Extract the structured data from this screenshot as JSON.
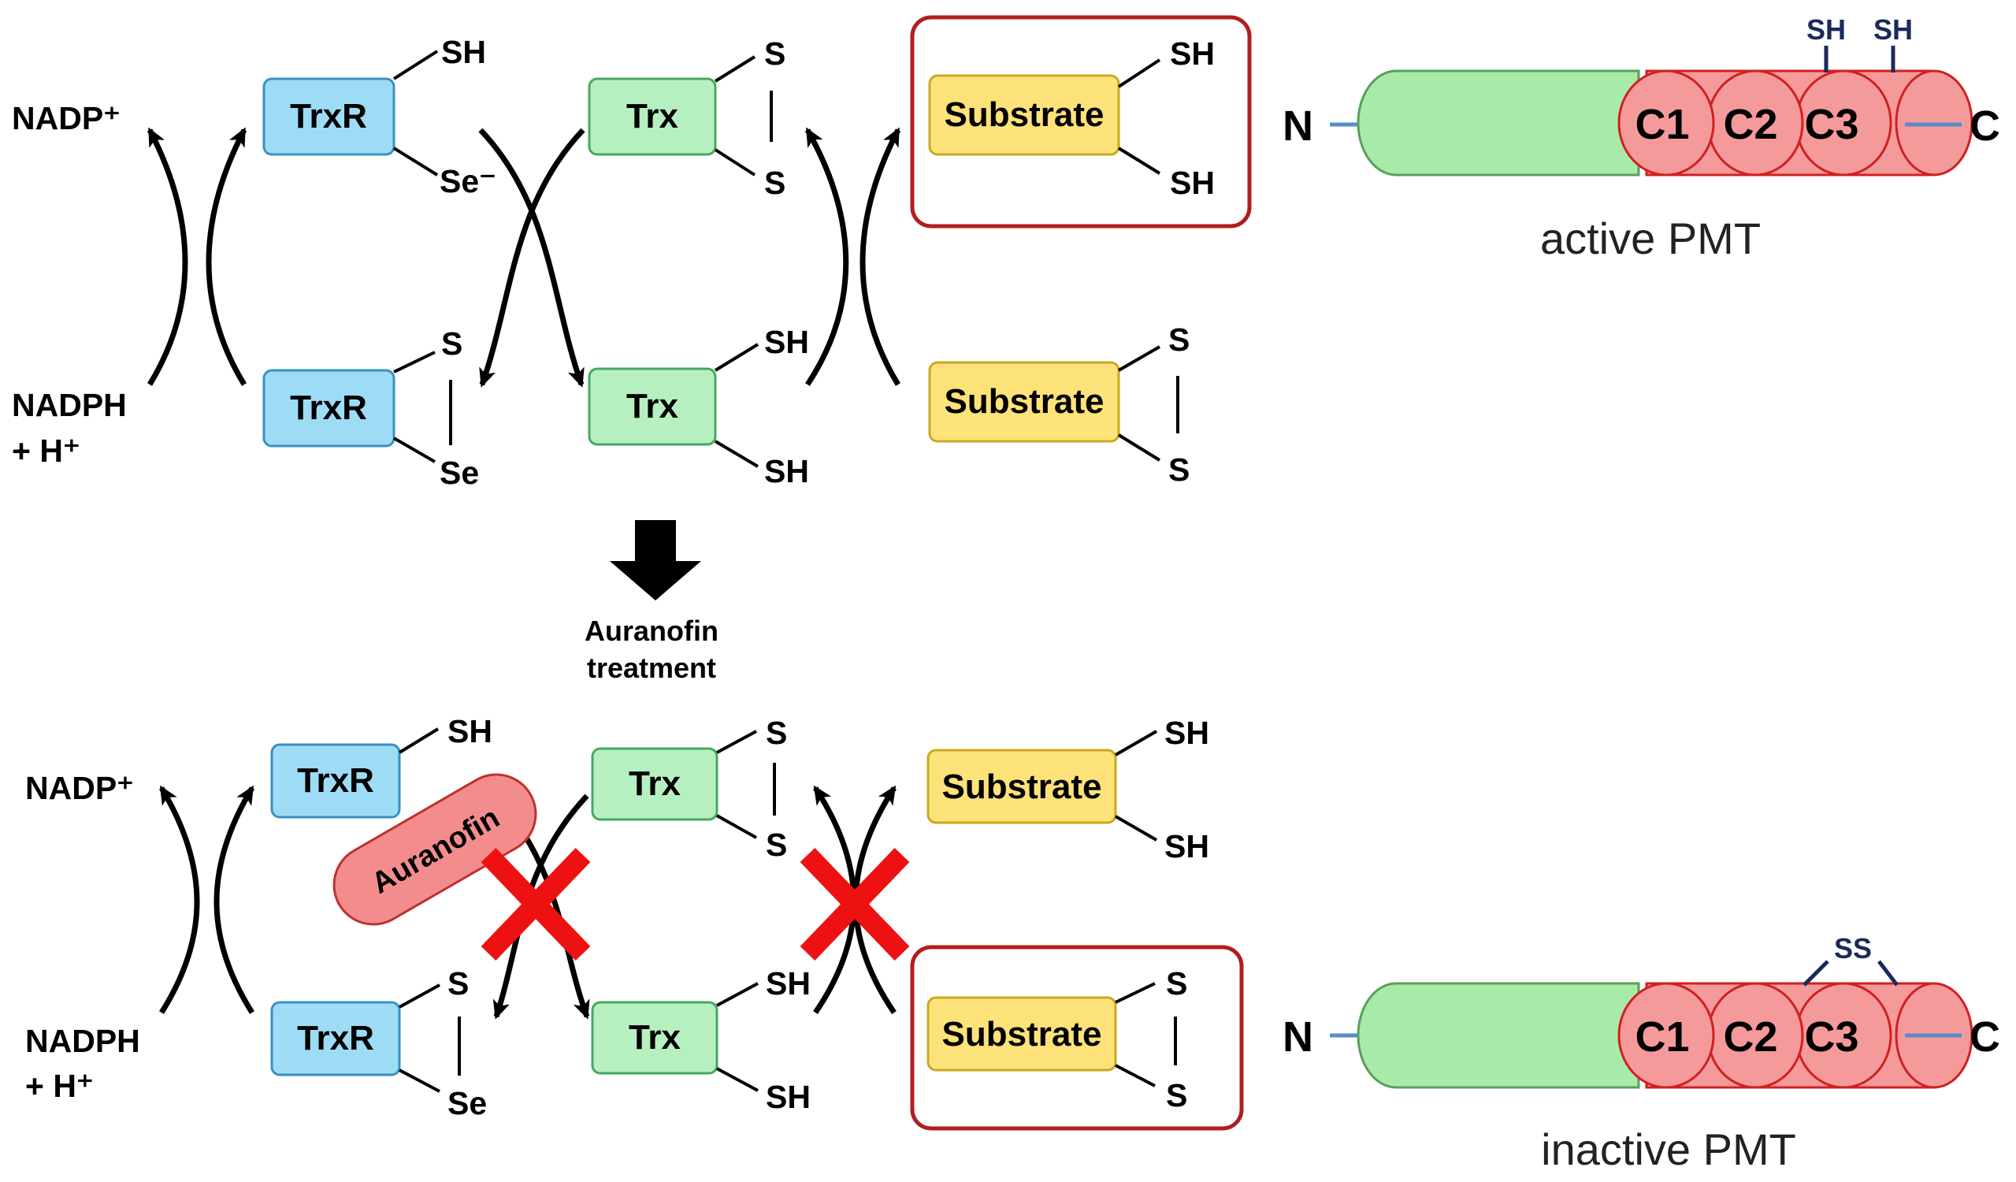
{
  "colors": {
    "trxr_fill": "#9edcf6",
    "trxr_stroke": "#3a90c0",
    "trx_fill": "#b7f0c0",
    "trx_stroke": "#46a860",
    "substrate_fill": "#fde27a",
    "substrate_stroke": "#c9a820",
    "highlight_box": "#b01e1e",
    "auranofin_fill": "#f38d8d",
    "auranofin_stroke": "#c03030",
    "block_x": "#ee1111",
    "pmt_n_domain": "#a8eba8",
    "pmt_c_domains": "#f59a9a",
    "pmt_c_stroke": "#d02020",
    "cys_line": "#1a2a5a",
    "linker": "#5a8cc8"
  },
  "top_panel": {
    "nadp_plus": "NADP⁺",
    "nadph_line1": "NADPH",
    "nadph_line2": "+ H⁺",
    "trxr_label": "TrxR",
    "trx_label": "Trx",
    "substrate_label": "Substrate",
    "atoms": {
      "sh": "SH",
      "se_minus": "Se⁻",
      "s": "S",
      "se": "Se"
    }
  },
  "treatment": {
    "line1": "Auranofin",
    "line2": "treatment",
    "arrow_icon": "down-arrow-icon"
  },
  "bottom_panel": {
    "nadp_plus": "NADP⁺",
    "nadph_line1": "NADPH",
    "nadph_line2": "+ H⁺",
    "trxr_label": "TrxR",
    "trx_label": "Trx",
    "substrate_label": "Substrate",
    "auranofin_label": "Auranofin",
    "block_icon": "red-x-icon"
  },
  "pmt": {
    "n_terminus": "N",
    "c_terminus": "C",
    "domains": [
      "C1",
      "C2",
      "C3"
    ],
    "active_thiols": [
      "SH",
      "SH"
    ],
    "inactive_bond": "SS",
    "active_caption": "active PMT",
    "inactive_caption": "inactive PMT"
  }
}
